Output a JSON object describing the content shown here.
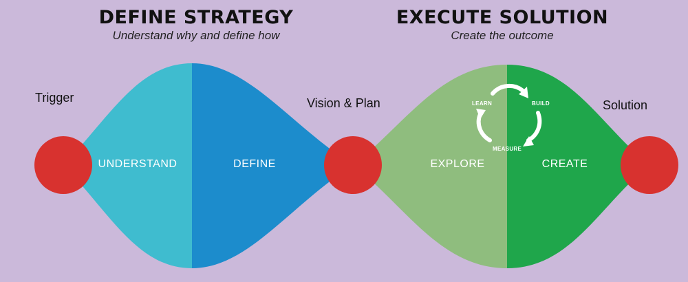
{
  "define_strategy": {
    "title": "DEFINE STRATEGY",
    "subtitle": "Understand why and define how",
    "phases": [
      "UNDERSTAND",
      "DEFINE"
    ]
  },
  "execute_solution": {
    "title": "EXECUTE SOLUTION",
    "subtitle": "Create the outcome",
    "phases": [
      "EXPLORE",
      "CREATE"
    ]
  },
  "milestones": {
    "trigger": "Trigger",
    "vision_plan": "Vision & Plan",
    "solution": "Solution"
  },
  "cycle": {
    "learn": "LEARN",
    "build": "BUILD",
    "measure": "MEASURE"
  },
  "colors": {
    "background": "#cbb9da",
    "understand": "#3fbccf",
    "define": "#1c8ccc",
    "explore": "#8fbd7e",
    "create": "#1fa64b",
    "milestone": "#d8322f",
    "phase_text": "#ffffff"
  }
}
